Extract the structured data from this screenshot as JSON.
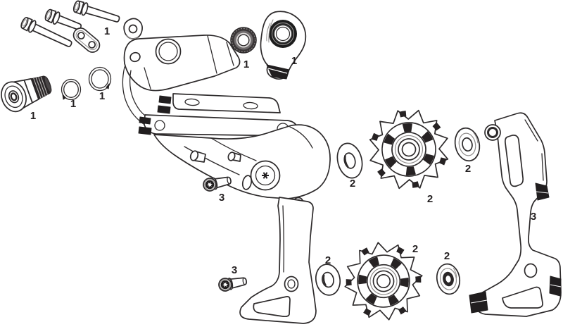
{
  "colors": {
    "background": "#ffffff",
    "line": "#2d2a2b",
    "dark_fill": "#211e1f",
    "gray": "#8d8a89",
    "label": "#231f20"
  },
  "labels": {
    "bolt_kit": "1",
    "barrel_adjuster": "1",
    "o_ring_small": "1",
    "o_ring_large": "1",
    "ratchet_ring": "1",
    "knuckle_cover": "1",
    "upper_pulley_inner_washer": "2",
    "upper_pulley": "2",
    "upper_pulley_outer_washer": "2",
    "lower_pulley_inner_washer": "2",
    "lower_pulley": "2",
    "lower_pulley_outer_washer": "2",
    "upper_cage_screw": "3",
    "lower_cage_screw": "3",
    "outer_cage_plate": "3"
  }
}
